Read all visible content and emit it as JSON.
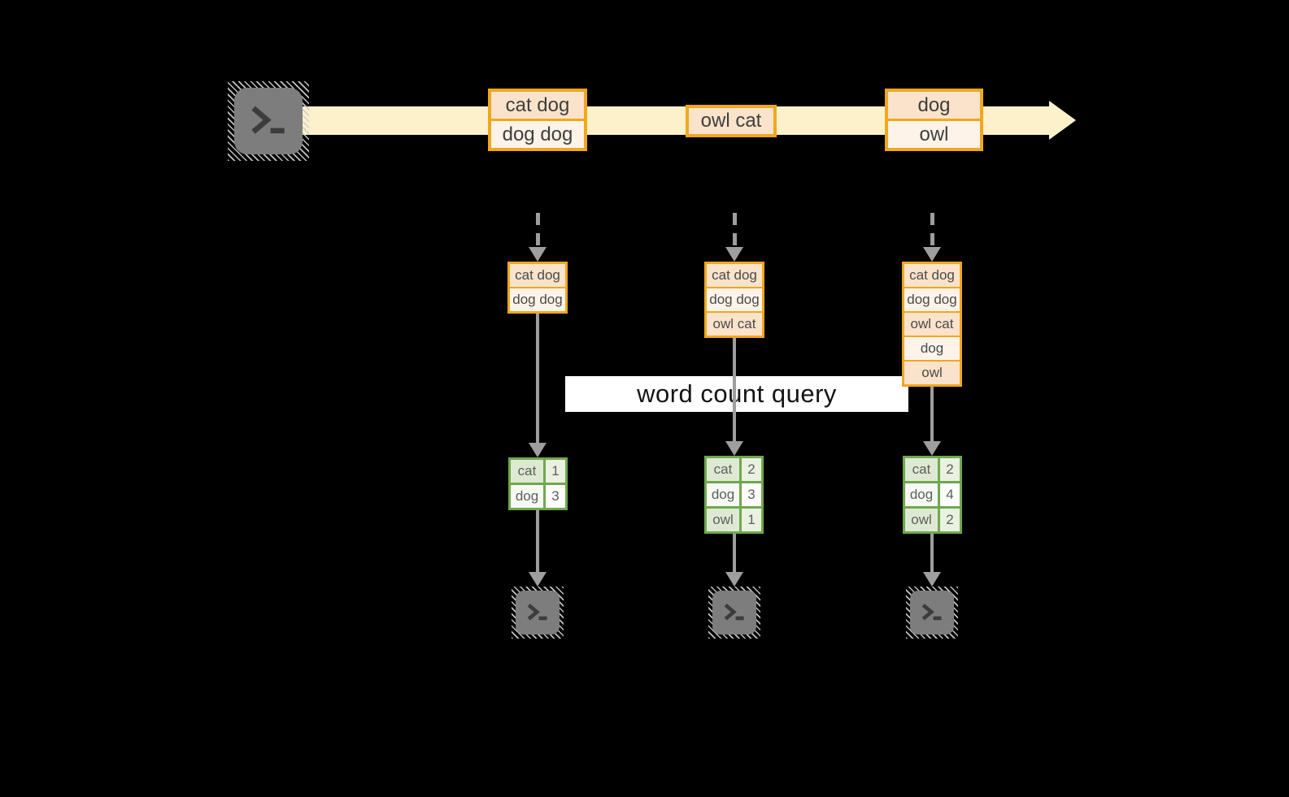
{
  "label": {
    "query": "word count query"
  },
  "stream": {
    "events": [
      {
        "lines": [
          "cat dog",
          "dog dog"
        ]
      },
      {
        "lines": [
          "owl cat"
        ]
      },
      {
        "lines": [
          "dog",
          "owl"
        ]
      }
    ]
  },
  "columns": [
    {
      "state": [
        "cat dog",
        "dog dog"
      ],
      "counts": [
        {
          "word": "cat",
          "value": "1"
        },
        {
          "word": "dog",
          "value": "3"
        }
      ]
    },
    {
      "state": [
        "cat dog",
        "dog dog",
        "owl cat"
      ],
      "counts": [
        {
          "word": "cat",
          "value": "2"
        },
        {
          "word": "dog",
          "value": "3"
        },
        {
          "word": "owl",
          "value": "1"
        }
      ]
    },
    {
      "state": [
        "cat dog",
        "dog dog",
        "owl cat",
        "dog",
        "owl"
      ],
      "counts": [
        {
          "word": "cat",
          "value": "2"
        },
        {
          "word": "dog",
          "value": "4"
        },
        {
          "word": "owl",
          "value": "2"
        }
      ]
    }
  ],
  "icons": {
    "source": "terminal-icon",
    "sinks": [
      "terminal-icon",
      "terminal-icon",
      "terminal-icon"
    ]
  },
  "colors": {
    "background": "#000000",
    "stream_fill": "#FCF1CB",
    "orange_border": "#F0A71F",
    "row_peach": "#FAE3CA",
    "row_cream": "#FDF3E8",
    "green_border": "#6FA84F",
    "green_cell": "#DEE9D3",
    "green_cell_light": "#EAF1E1",
    "arrow_gray": "#9E9E9E",
    "terminal_gray": "#7D7D7D",
    "query_band": "#FFFFFF"
  }
}
